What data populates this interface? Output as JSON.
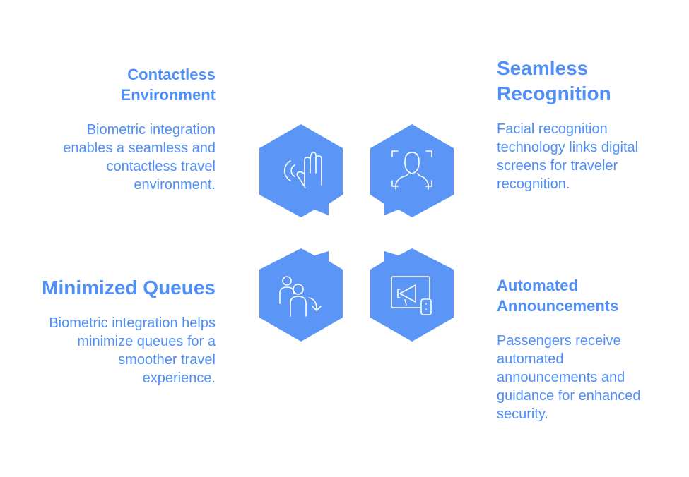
{
  "colors": {
    "accent": "#4f8ff7",
    "hexagon": "#5b95f5",
    "icon": "#ffffff"
  },
  "items": [
    {
      "title_lines": [
        "Contactless",
        "Environment"
      ],
      "description_lines": [
        "Biometric integration",
        "enables a seamless and",
        "contactless travel",
        "environment."
      ],
      "icon": "hand-touch-icon"
    },
    {
      "title_lines": [
        "Seamless",
        "Recognition"
      ],
      "description_lines": [
        "Facial recognition",
        "technology links digital",
        "screens for traveler",
        "recognition."
      ],
      "icon": "face-scan-icon"
    },
    {
      "title_lines": [
        "Minimized Queues"
      ],
      "description_lines": [
        "Biometric integration helps",
        "minimize queues for a",
        "smoother travel",
        "experience."
      ],
      "icon": "people-queue-icon"
    },
    {
      "title_lines": [
        "Automated",
        "Announcements"
      ],
      "description_lines": [
        "Passengers receive",
        "automated",
        "announcements and",
        "guidance for enhanced",
        "security."
      ],
      "icon": "megaphone-screen-icon"
    }
  ]
}
